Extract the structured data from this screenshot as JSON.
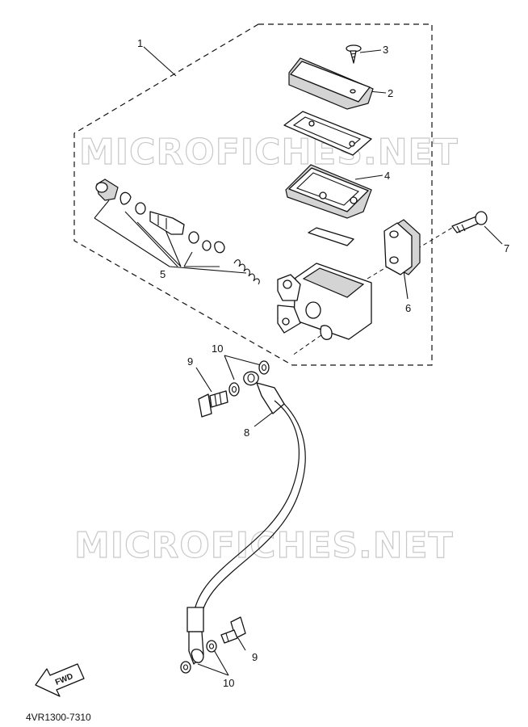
{
  "watermark": "MICROFICHES.NET",
  "callouts": {
    "p1": "1",
    "p2": "2",
    "p3": "3",
    "p4": "4",
    "p5": "5",
    "p6": "6",
    "p7": "7",
    "p8": "8",
    "p9a": "9",
    "p9b": "9",
    "p10a": "10",
    "p10b": "10"
  },
  "fwd_label": "FWD",
  "diagram_code": "4VR1300-7310"
}
